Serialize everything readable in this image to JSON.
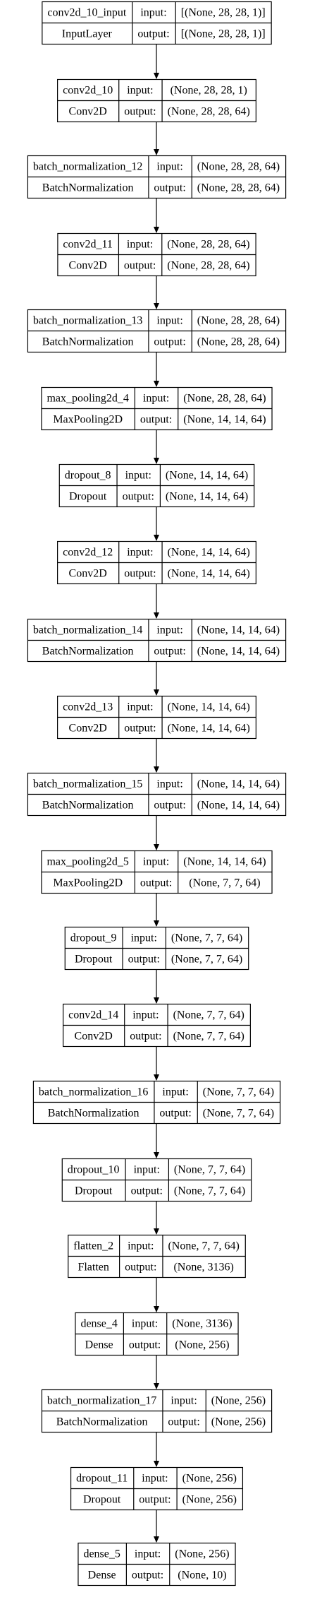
{
  "diagram": {
    "type": "keras-model-plot",
    "nodes": [
      {
        "name": "conv2d_10_input",
        "class": "InputLayer",
        "input_label": "input:",
        "input": "[(None, 28, 28, 1)]",
        "output_label": "output:",
        "output": "[(None, 28, 28, 1)]"
      },
      {
        "name": "conv2d_10",
        "class": "Conv2D",
        "input_label": "input:",
        "input": "(None, 28, 28, 1)",
        "output_label": "output:",
        "output": "(None, 28, 28, 64)"
      },
      {
        "name": "batch_normalization_12",
        "class": "BatchNormalization",
        "input_label": "input:",
        "input": "(None, 28, 28, 64)",
        "output_label": "output:",
        "output": "(None, 28, 28, 64)"
      },
      {
        "name": "conv2d_11",
        "class": "Conv2D",
        "input_label": "input:",
        "input": "(None, 28, 28, 64)",
        "output_label": "output:",
        "output": "(None, 28, 28, 64)"
      },
      {
        "name": "batch_normalization_13",
        "class": "BatchNormalization",
        "input_label": "input:",
        "input": "(None, 28, 28, 64)",
        "output_label": "output:",
        "output": "(None, 28, 28, 64)"
      },
      {
        "name": "max_pooling2d_4",
        "class": "MaxPooling2D",
        "input_label": "input:",
        "input": "(None, 28, 28, 64)",
        "output_label": "output:",
        "output": "(None, 14, 14, 64)"
      },
      {
        "name": "dropout_8",
        "class": "Dropout",
        "input_label": "input:",
        "input": "(None, 14, 14, 64)",
        "output_label": "output:",
        "output": "(None, 14, 14, 64)"
      },
      {
        "name": "conv2d_12",
        "class": "Conv2D",
        "input_label": "input:",
        "input": "(None, 14, 14, 64)",
        "output_label": "output:",
        "output": "(None, 14, 14, 64)"
      },
      {
        "name": "batch_normalization_14",
        "class": "BatchNormalization",
        "input_label": "input:",
        "input": "(None, 14, 14, 64)",
        "output_label": "output:",
        "output": "(None, 14, 14, 64)"
      },
      {
        "name": "conv2d_13",
        "class": "Conv2D",
        "input_label": "input:",
        "input": "(None, 14, 14, 64)",
        "output_label": "output:",
        "output": "(None, 14, 14, 64)"
      },
      {
        "name": "batch_normalization_15",
        "class": "BatchNormalization",
        "input_label": "input:",
        "input": "(None, 14, 14, 64)",
        "output_label": "output:",
        "output": "(None, 14, 14, 64)"
      },
      {
        "name": "max_pooling2d_5",
        "class": "MaxPooling2D",
        "input_label": "input:",
        "input": "(None, 14, 14, 64)",
        "output_label": "output:",
        "output": "(None, 7, 7, 64)"
      },
      {
        "name": "dropout_9",
        "class": "Dropout",
        "input_label": "input:",
        "input": "(None, 7, 7, 64)",
        "output_label": "output:",
        "output": "(None, 7, 7, 64)"
      },
      {
        "name": "conv2d_14",
        "class": "Conv2D",
        "input_label": "input:",
        "input": "(None, 7, 7, 64)",
        "output_label": "output:",
        "output": "(None, 7, 7, 64)"
      },
      {
        "name": "batch_normalization_16",
        "class": "BatchNormalization",
        "input_label": "input:",
        "input": "(None, 7, 7, 64)",
        "output_label": "output:",
        "output": "(None, 7, 7, 64)"
      },
      {
        "name": "dropout_10",
        "class": "Dropout",
        "input_label": "input:",
        "input": "(None, 7, 7, 64)",
        "output_label": "output:",
        "output": "(None, 7, 7, 64)"
      },
      {
        "name": "flatten_2",
        "class": "Flatten",
        "input_label": "input:",
        "input": "(None, 7, 7, 64)",
        "output_label": "output:",
        "output": "(None, 3136)"
      },
      {
        "name": "dense_4",
        "class": "Dense",
        "input_label": "input:",
        "input": "(None, 3136)",
        "output_label": "output:",
        "output": "(None, 256)"
      },
      {
        "name": "batch_normalization_17",
        "class": "BatchNormalization",
        "input_label": "input:",
        "input": "(None, 256)",
        "output_label": "output:",
        "output": "(None, 256)"
      },
      {
        "name": "dropout_11",
        "class": "Dropout",
        "input_label": "input:",
        "input": "(None, 256)",
        "output_label": "output:",
        "output": "(None, 256)"
      },
      {
        "name": "dense_5",
        "class": "Dense",
        "input_label": "input:",
        "input": "(None, 256)",
        "output_label": "output:",
        "output": "(None, 10)"
      }
    ]
  }
}
